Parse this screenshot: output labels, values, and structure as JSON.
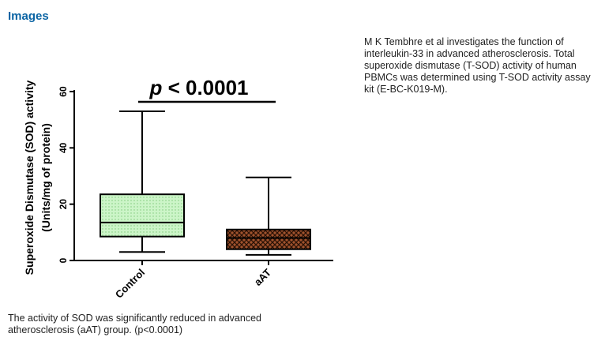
{
  "section": {
    "title": "Images"
  },
  "description": "M K Tembhre et al investigates the function of interleukin-33 in advanced atherosclerosis. Total superoxide dismutase (T-SOD) activity of human PBMCs was determined using T-SOD activity assay kit (E-BC-K019-M).",
  "caption": "The activity of SOD was significantly reduced in advanced atherosclerosis (aAT) group. (p<0.0001)",
  "colors": {
    "control_fill": "#ccf5c8",
    "aat_fill": "#a0522d",
    "axis": "#000000"
  },
  "chart_data": {
    "type": "box",
    "categories": [
      "Control",
      "aAT"
    ],
    "boxes": [
      {
        "category": "Control",
        "min": 3,
        "q1": 8.5,
        "median": 13.5,
        "q3": 23.5,
        "max": 53,
        "fill": "dotted-green"
      },
      {
        "category": "aAT",
        "min": 2,
        "q1": 4,
        "median": 8,
        "q3": 11,
        "max": 29.5,
        "fill": "crosshatch-brown"
      }
    ],
    "ylabel_line1": "Superoxide Dismutase (SOD) activity",
    "ylabel_line2": "(Units/mg of protein)",
    "yticks": [
      0,
      20,
      40,
      60
    ],
    "ylim": [
      0,
      60
    ],
    "annotation": {
      "p_symbol": "p",
      "text": " < 0.0001"
    }
  }
}
